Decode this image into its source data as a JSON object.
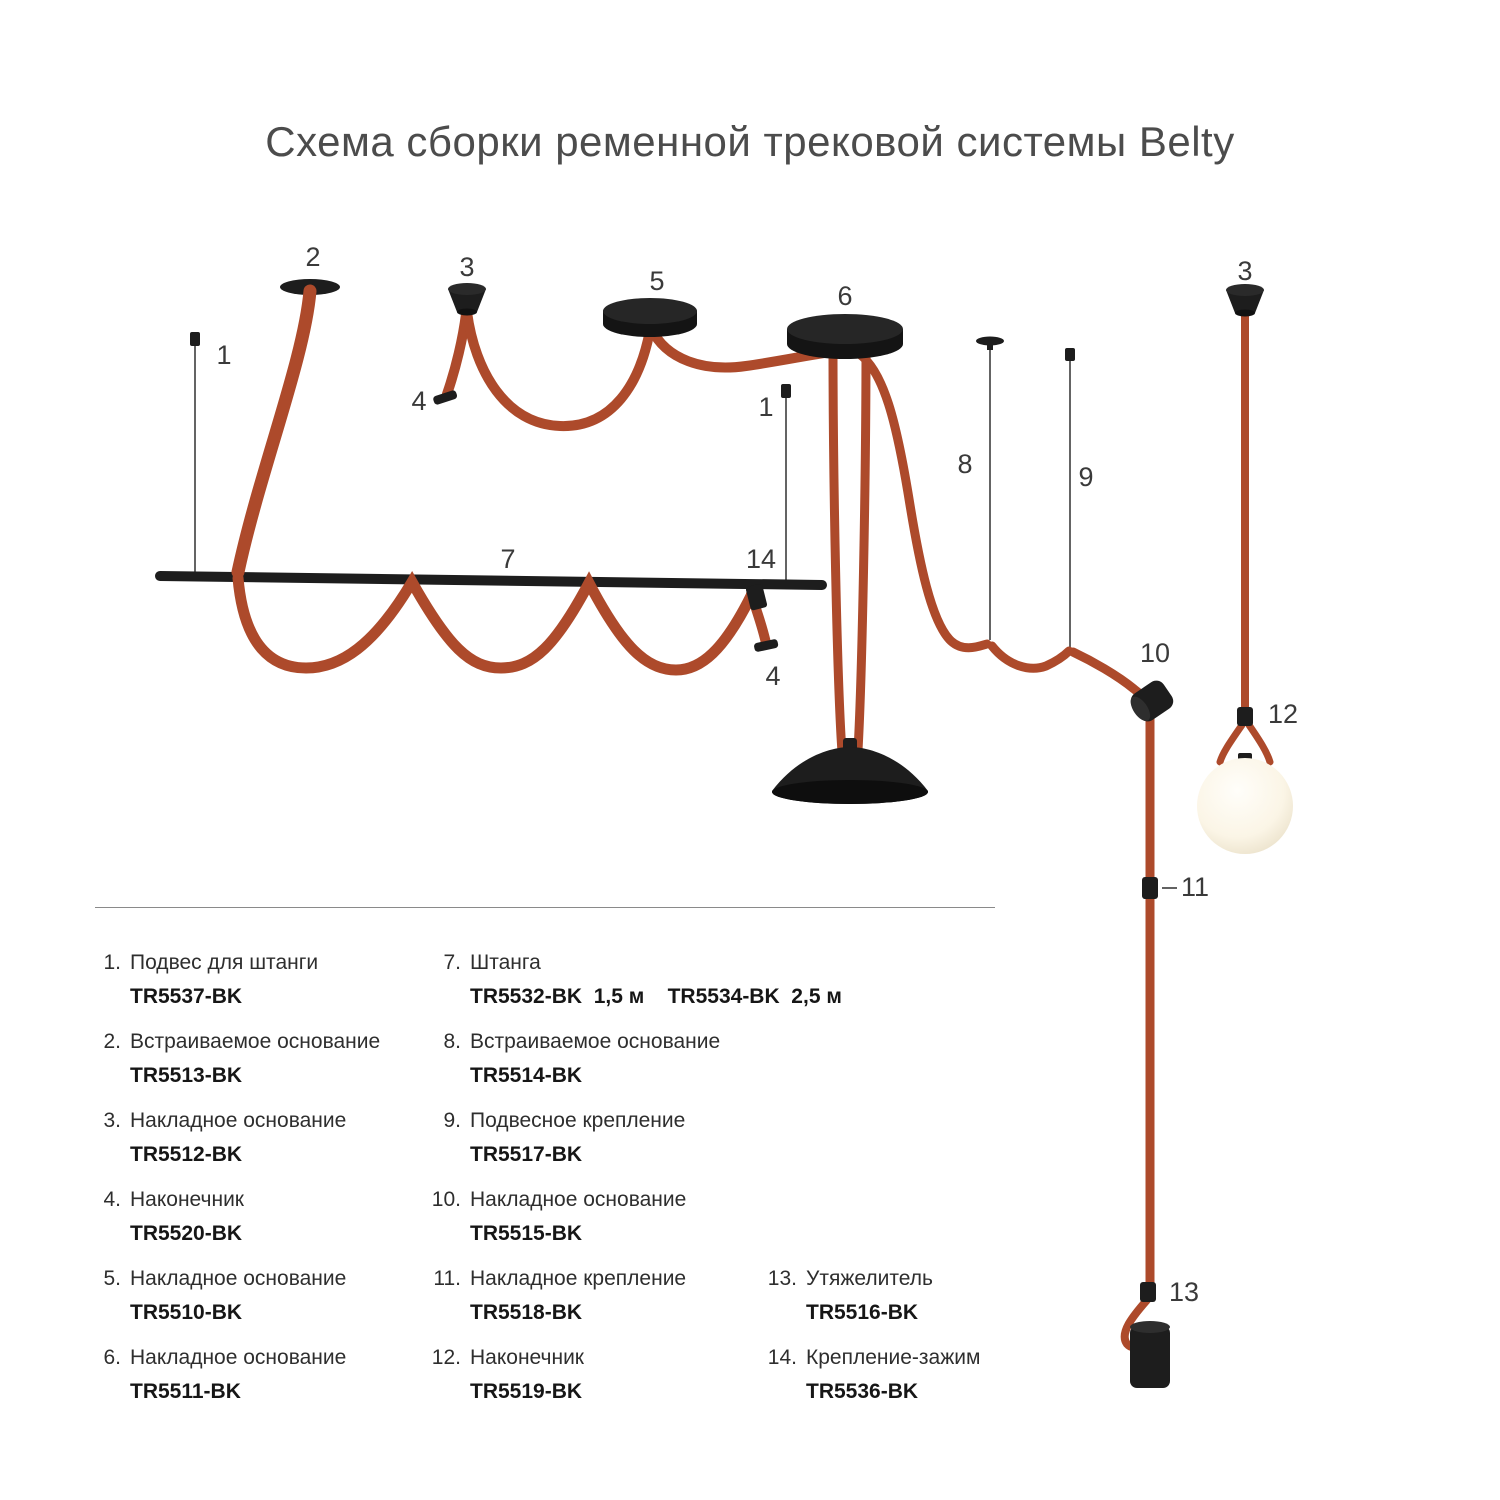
{
  "title": "Схема сборки ременной трековой системы Belty",
  "colors": {
    "belt": "#ad4a2b",
    "component": "#1d1d1d",
    "text": "#2e2e2e"
  },
  "diagram": {
    "labels": {
      "l1": "1",
      "l2": "2",
      "l3": "3",
      "l4": "4",
      "l5": "5",
      "l6": "6",
      "l7": "7",
      "l8": "8",
      "l9": "9",
      "l10": "10",
      "l11": "11",
      "l12": "12",
      "l13": "13",
      "l14": "14"
    }
  },
  "legend": {
    "col1": [
      {
        "num": "1.",
        "label": "Подвес для штанги",
        "code": "TR5537-BK"
      },
      {
        "num": "2.",
        "label": "Встраиваемое основание",
        "code": "TR5513-BK"
      },
      {
        "num": "3.",
        "label": "Накладное основание",
        "code": "TR5512-BK"
      },
      {
        "num": "4.",
        "label": "Наконечник",
        "code": "TR5520-BK"
      },
      {
        "num": "5.",
        "label": "Накладное основание",
        "code": "TR5510-BK"
      },
      {
        "num": "6.",
        "label": "Накладное основание",
        "code": "TR5511-BK"
      }
    ],
    "col2": [
      {
        "num": "7.",
        "label": "Штанга",
        "code": "TR5532-BK  1,5 м    TR5534-BK  2,5 м"
      },
      {
        "num": "8.",
        "label": "Встраиваемое основание",
        "code": "TR5514-BK"
      },
      {
        "num": "9.",
        "label": "Подвесное крепление",
        "code": "TR5517-BK"
      },
      {
        "num": "10.",
        "label": "Накладное основание",
        "code": "TR5515-BK"
      },
      {
        "num": "11.",
        "label": "Накладное крепление",
        "code": "TR5518-BK"
      },
      {
        "num": "12.",
        "label": "Наконечник",
        "code": "TR5519-BK"
      }
    ],
    "col3": [
      {
        "num": "13.",
        "label": "Утяжелитель",
        "code": "TR5516-BK"
      },
      {
        "num": "14.",
        "label": "Крепление-зажим",
        "code": "TR5536-BK"
      }
    ]
  }
}
